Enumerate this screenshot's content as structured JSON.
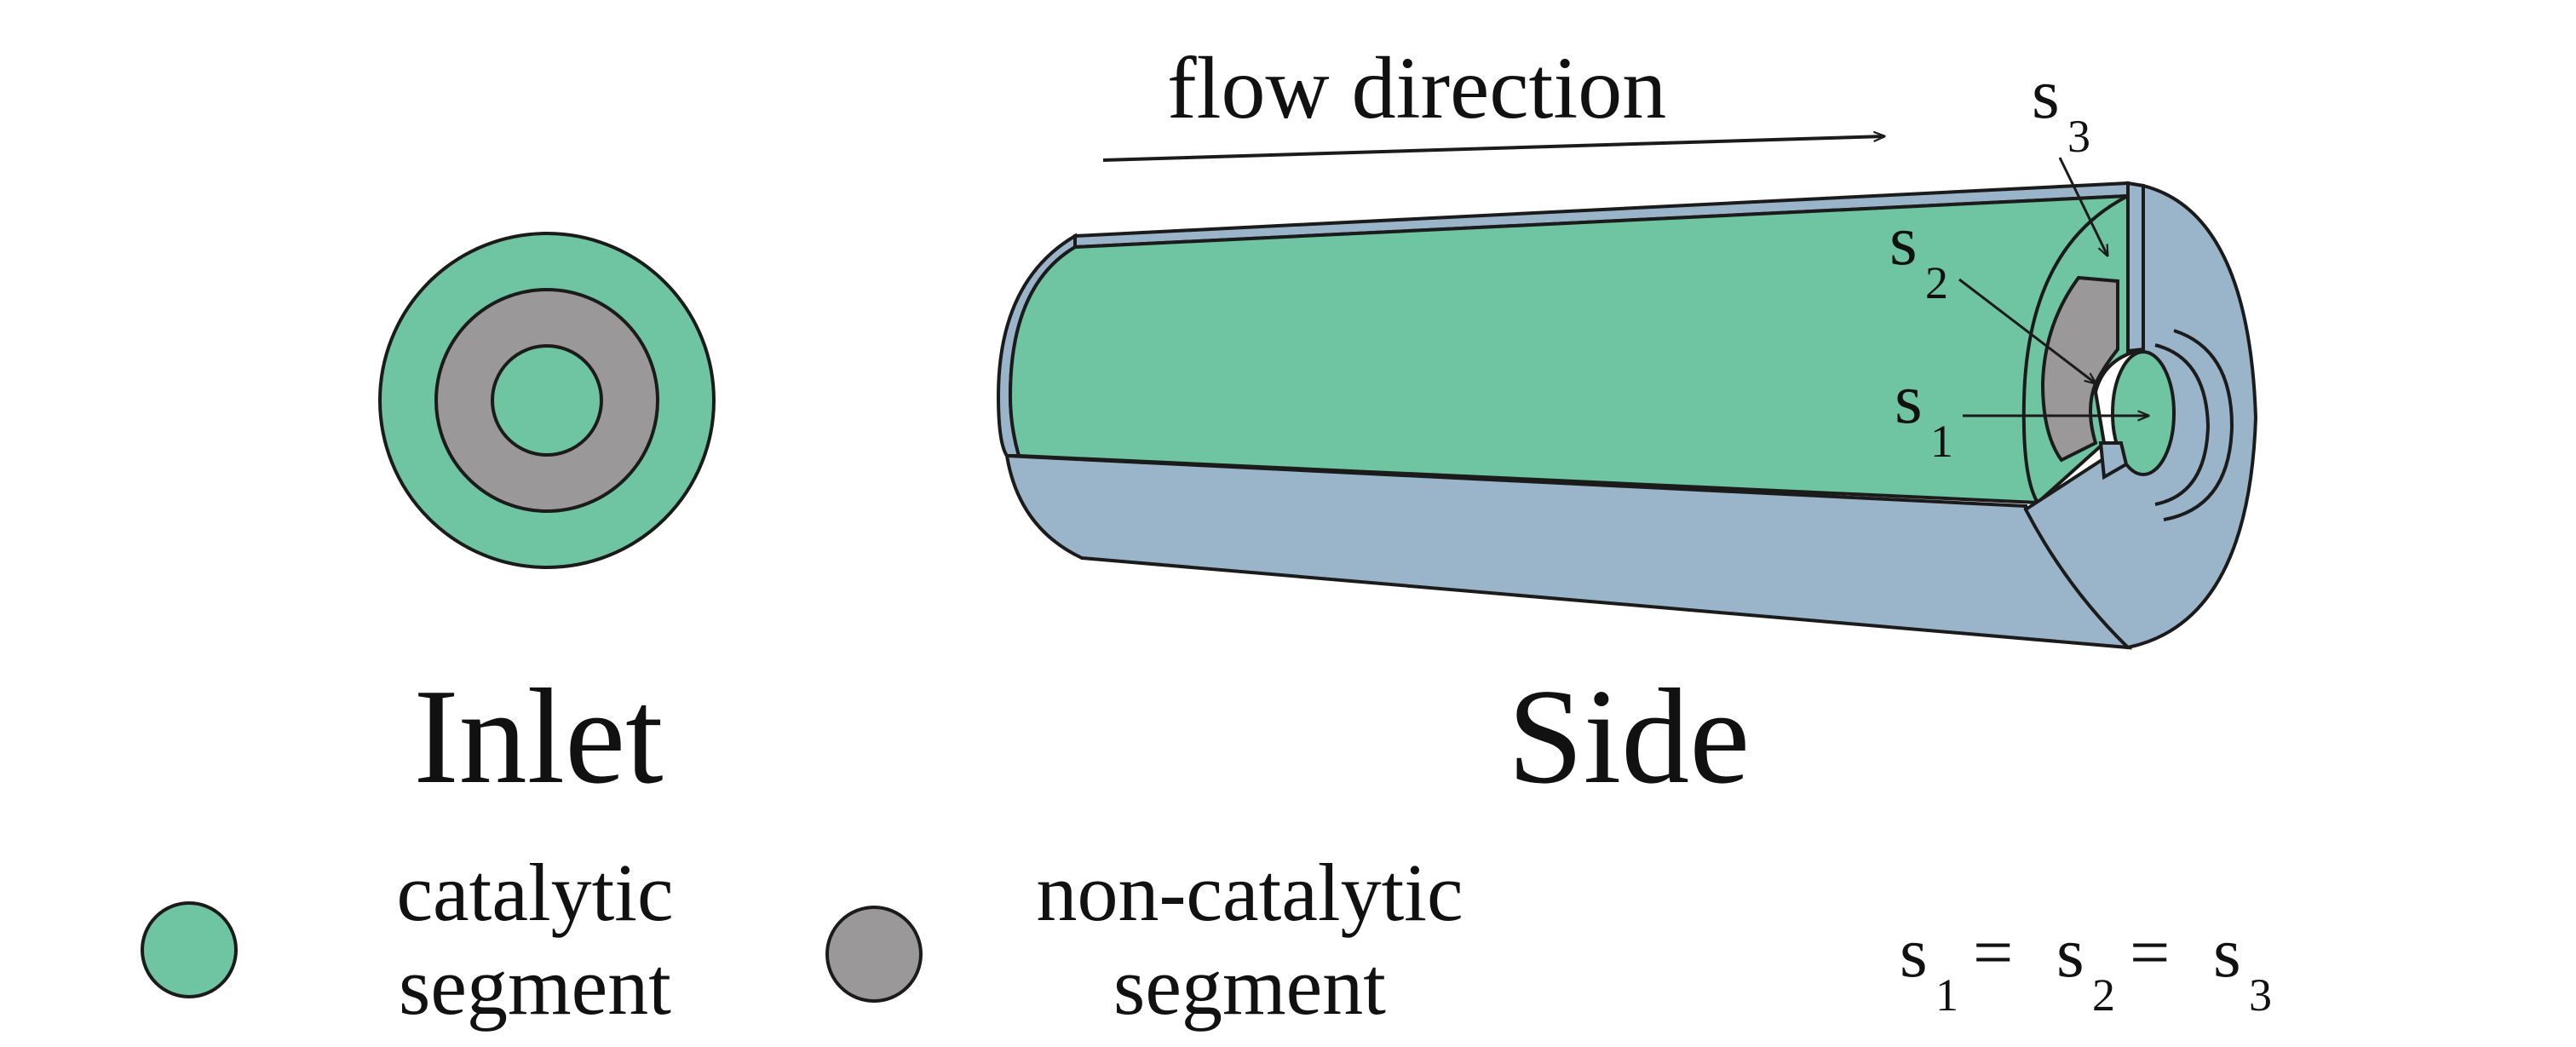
{
  "colors": {
    "catalytic": "#6fc5a2",
    "non_catalytic": "#9a9899",
    "shell": "#9ab5c9",
    "outline": "#1b1b1b"
  },
  "diagram": {
    "flow_label": "flow direction",
    "inlet_title": "Inlet",
    "side_title": "Side",
    "segments": [
      {
        "symbol": "s",
        "index": "1"
      },
      {
        "symbol": "s",
        "index": "2"
      },
      {
        "symbol": "s",
        "index": "3"
      }
    ]
  },
  "legend": {
    "catalytic_line1": "catalytic",
    "catalytic_line2": "segment",
    "non_catalytic_line1": "non-catalytic",
    "non_catalytic_line2": "segment",
    "equation": {
      "s": "s",
      "i1": "1",
      "i2": "2",
      "i3": "3",
      "eq": "="
    }
  }
}
